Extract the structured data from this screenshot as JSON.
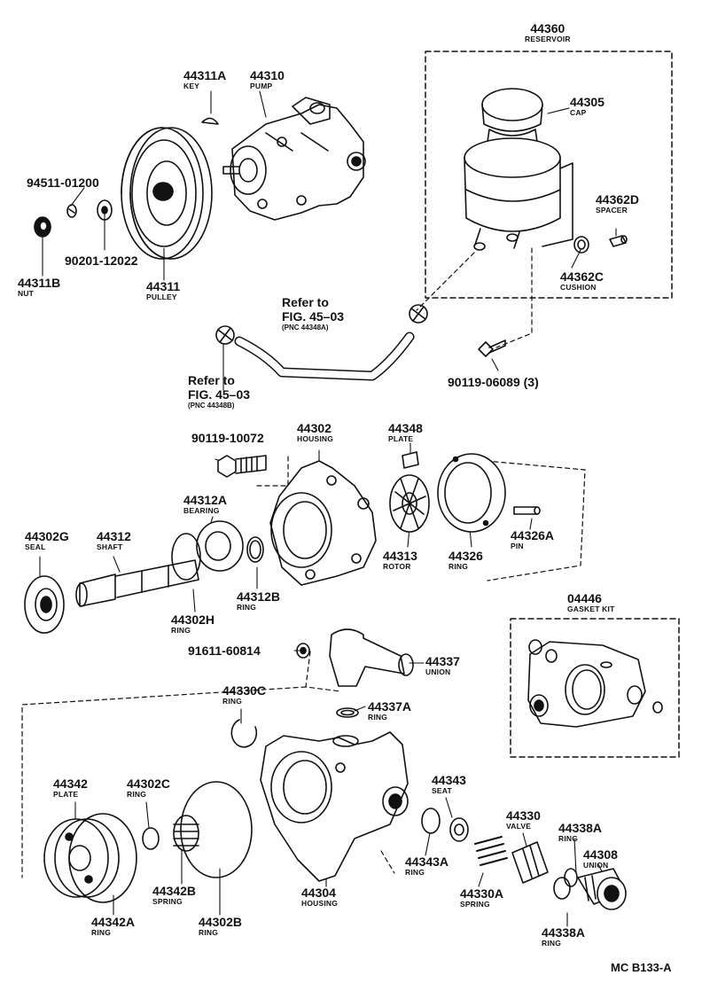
{
  "diagram_code": "MC B133-A",
  "refs": [
    {
      "line1": "Refer to",
      "line2": "FIG. 45–03",
      "line3": "(PNC 44348A)"
    },
    {
      "line1": "Refer to",
      "line2": "FIG. 45–03",
      "line3": "(PNC 44348B)"
    }
  ],
  "parts": [
    {
      "no": "44360",
      "name": "RESERVOIR"
    },
    {
      "no": "44311A",
      "name": "KEY"
    },
    {
      "no": "44310",
      "name": "PUMP"
    },
    {
      "no": "44305",
      "name": "CAP"
    },
    {
      "no": "94511-01200",
      "name": ""
    },
    {
      "no": "44362D",
      "name": "SPACER"
    },
    {
      "no": "90201-12022",
      "name": ""
    },
    {
      "no": "44311B",
      "name": "NUT"
    },
    {
      "no": "44311",
      "name": "PULLEY"
    },
    {
      "no": "44362C",
      "name": "CUSHION"
    },
    {
      "no": "90119-06089 (3)",
      "name": ""
    },
    {
      "no": "90119-10072",
      "name": ""
    },
    {
      "no": "44302",
      "name": "HOUSING"
    },
    {
      "no": "44348",
      "name": "PLATE"
    },
    {
      "no": "44312A",
      "name": "BEARING"
    },
    {
      "no": "44302G",
      "name": "SEAL"
    },
    {
      "no": "44312",
      "name": "SHAFT"
    },
    {
      "no": "44313",
      "name": "ROTOR"
    },
    {
      "no": "44326",
      "name": "RING"
    },
    {
      "no": "44326A",
      "name": "PIN"
    },
    {
      "no": "44312B",
      "name": "RING"
    },
    {
      "no": "44302H",
      "name": "RING"
    },
    {
      "no": "04446",
      "name": "GASKET KIT"
    },
    {
      "no": "91611-60814",
      "name": ""
    },
    {
      "no": "44337",
      "name": "UNION"
    },
    {
      "no": "44330C",
      "name": "RING"
    },
    {
      "no": "44337A",
      "name": "RING"
    },
    {
      "no": "44342",
      "name": "PLATE"
    },
    {
      "no": "44302C",
      "name": "RING"
    },
    {
      "no": "44343",
      "name": "SEAT"
    },
    {
      "no": "44330",
      "name": "VALVE"
    },
    {
      "no": "44338A",
      "name": "RING"
    },
    {
      "no": "44308",
      "name": "UNION"
    },
    {
      "no": "44343A",
      "name": "RING"
    },
    {
      "no": "44342B",
      "name": "SPRING"
    },
    {
      "no": "44302B",
      "name": "RING"
    },
    {
      "no": "44304",
      "name": "HOUSING"
    },
    {
      "no": "44330A",
      "name": "SPRING"
    },
    {
      "no": "44342A",
      "name": "RING"
    },
    {
      "no": "44338A",
      "name": "RING"
    }
  ]
}
